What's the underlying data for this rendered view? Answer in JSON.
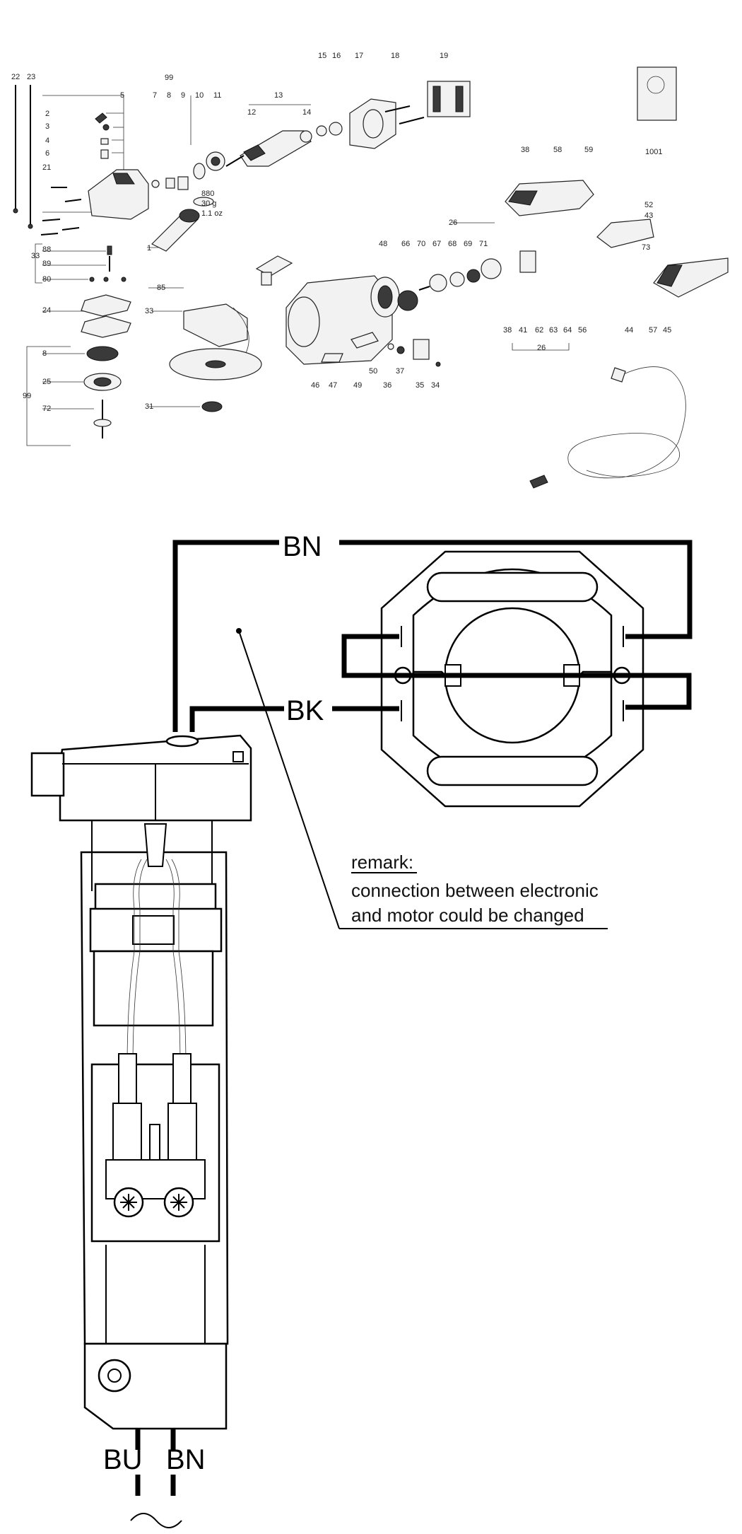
{
  "explosion": {
    "part_numbers": [
      "22",
      "23",
      "5",
      "99",
      "7",
      "8",
      "9",
      "10",
      "11",
      "13",
      "12",
      "14",
      "15",
      "16",
      "17",
      "18",
      "19",
      "1001",
      "2",
      "3",
      "4",
      "6",
      "21",
      "880",
      "30 g",
      "1.1 oz",
      "1",
      "88",
      "33",
      "89",
      "80",
      "24",
      "8",
      "25",
      "72",
      "99",
      "85",
      "33",
      "31",
      "38",
      "58",
      "59",
      "52",
      "43",
      "73",
      "26",
      "48",
      "66",
      "70",
      "67",
      "68",
      "69",
      "71",
      "46",
      "47",
      "49",
      "50",
      "36",
      "37",
      "35",
      "34",
      "38",
      "41",
      "62",
      "63",
      "64",
      "56",
      "26",
      "57",
      "44",
      "45"
    ]
  },
  "wiring": {
    "top_wire_label": "BN",
    "middle_wire_label": "BK",
    "bottom_left_label": "BU",
    "bottom_right_label": "BN",
    "remark_title": "remark:",
    "remark_line1": "connection between electronic",
    "remark_line2": "and motor could be changed"
  }
}
